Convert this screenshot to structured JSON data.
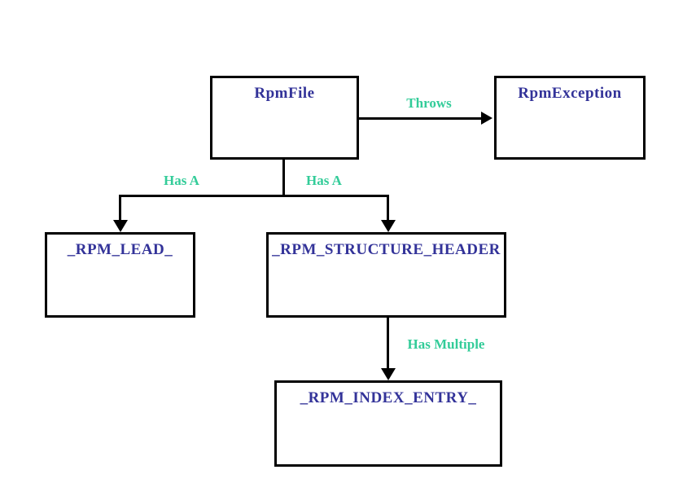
{
  "diagram": {
    "colors": {
      "node_label": "#333399",
      "edge_label": "#33CC99",
      "line": "#000000",
      "background": "#FFFFFF"
    },
    "nodes": [
      {
        "id": "rpmfile",
        "label": "RpmFile"
      },
      {
        "id": "rpmexception",
        "label": "RpmException"
      },
      {
        "id": "rpm-lead",
        "label": "_RPM_LEAD_"
      },
      {
        "id": "rpm-structure-header",
        "label": "_RPM_STRUCTURE_HEADER"
      },
      {
        "id": "rpm-index-entry",
        "label": "_RPM_INDEX_ENTRY_"
      }
    ],
    "edges": [
      {
        "from": "rpmfile",
        "to": "rpmexception",
        "label": "Throws"
      },
      {
        "from": "rpmfile",
        "to": "rpm-lead",
        "label": "Has A"
      },
      {
        "from": "rpmfile",
        "to": "rpm-structure-header",
        "label": "Has A"
      },
      {
        "from": "rpm-structure-header",
        "to": "rpm-index-entry",
        "label": "Has Multiple"
      }
    ]
  }
}
